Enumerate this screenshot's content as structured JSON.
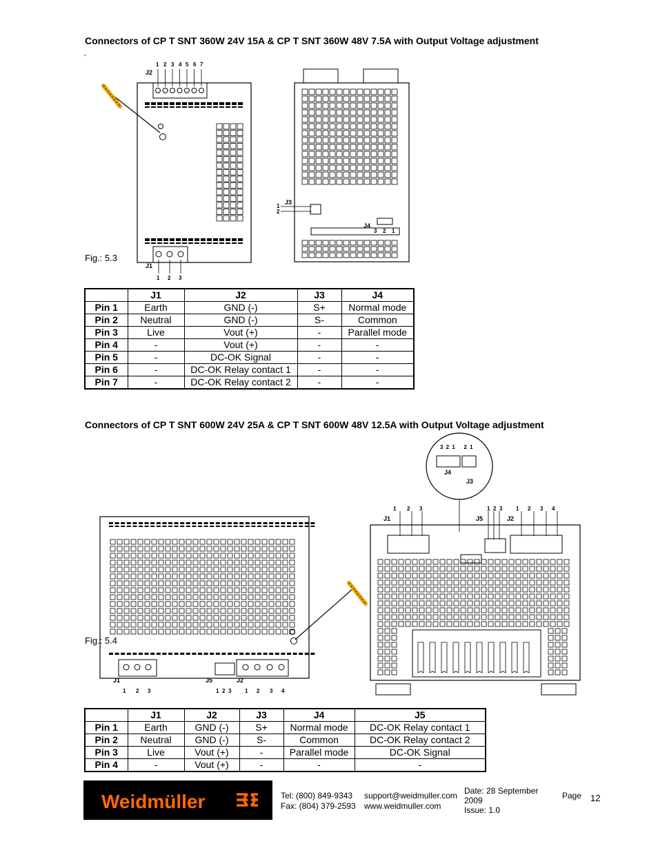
{
  "section1": {
    "title": "Connectors of CP T SNT 360W 24V 15A & CP T SNT 360W 48V 7.5A with Output Voltage adjustment",
    "stray_mark": "‘",
    "figure_label": "Fig.: 5.3",
    "diagram_labels": {
      "j2_pins": [
        "1",
        "2",
        "3",
        "4",
        "5",
        "6",
        "7"
      ],
      "j1_pins": [
        "1",
        "2",
        "3"
      ],
      "j3_pins": [
        "1",
        "2"
      ],
      "j4_pins": [
        "3",
        "2",
        "1"
      ],
      "j1": "J1",
      "j2": "J2",
      "j3": "J3",
      "j4": "J4"
    },
    "table": {
      "headers": [
        "",
        "J1",
        "J2",
        "J3",
        "J4"
      ],
      "rows": [
        [
          "Pin 1",
          "Earth",
          "GND (-)",
          "S+",
          "Normal mode"
        ],
        [
          "Pin 2",
          "Neutral",
          "GND (-)",
          "S-",
          "Common"
        ],
        [
          "Pin 3",
          "Live",
          "Vout (+)",
          "-",
          "Parallel mode"
        ],
        [
          "Pin 4",
          "-",
          "Vout (+)",
          "-",
          "-"
        ],
        [
          "Pin 5",
          "-",
          "DC-OK Signal",
          "-",
          "-"
        ],
        [
          "Pin 6",
          "-",
          "DC-OK Relay contact 1",
          "-",
          "-"
        ],
        [
          "Pin 7",
          "-",
          "DC-OK Relay contact 2",
          "-",
          "-"
        ]
      ]
    }
  },
  "section2": {
    "title": "Connectors of CP T SNT 600W 24V 25A & CP T SNT 600W 48V 12.5A with Output Voltage adjustment",
    "figure_label": "Fig.: 5.4",
    "diagram_labels": {
      "detail_pins": "3 2 1   2 1",
      "j4": "J4",
      "j3": "J3",
      "j1": "J1",
      "j5": "J5",
      "j2": "J2",
      "j1_pins": [
        "1",
        "2",
        "3"
      ],
      "j5_pins": [
        "1",
        "2",
        "3"
      ],
      "j2_pins": [
        "1",
        "2",
        "3",
        "4"
      ]
    },
    "table": {
      "headers": [
        "",
        "J1",
        "J2",
        "J3",
        "J4",
        "J5"
      ],
      "rows": [
        [
          "Pin 1",
          "Earth",
          "GND (-)",
          "S+",
          "Normal mode",
          "DC-OK Relay contact 1"
        ],
        [
          "Pin 2",
          "Neutral",
          "GND (-)",
          "S-",
          "Common",
          "DC-OK Relay contact 2"
        ],
        [
          "Pin 3",
          "Live",
          "Vout (+)",
          "-",
          "Parallel mode",
          "DC-OK Signal"
        ],
        [
          "Pin 4",
          "-",
          "Vout (+)",
          "-",
          "-",
          "-"
        ]
      ]
    }
  },
  "footer": {
    "logo_text": "Weidmüller",
    "logo_mark": "⋺⋲",
    "tel": "Tel:  (800) 849-9343",
    "fax": "Fax: (804) 379-2593",
    "email": "support@weidmuller.com",
    "web": "www.weidmuller.com",
    "date_line1": "Date:  28 September",
    "date_line2": "2009",
    "issue": "Issue: 1.0",
    "page_label": "Page",
    "page_number": "12"
  },
  "colors": {
    "logo_bg": "#000000",
    "logo_text": "#ff6a00",
    "screwdriver": "#e8a000"
  }
}
